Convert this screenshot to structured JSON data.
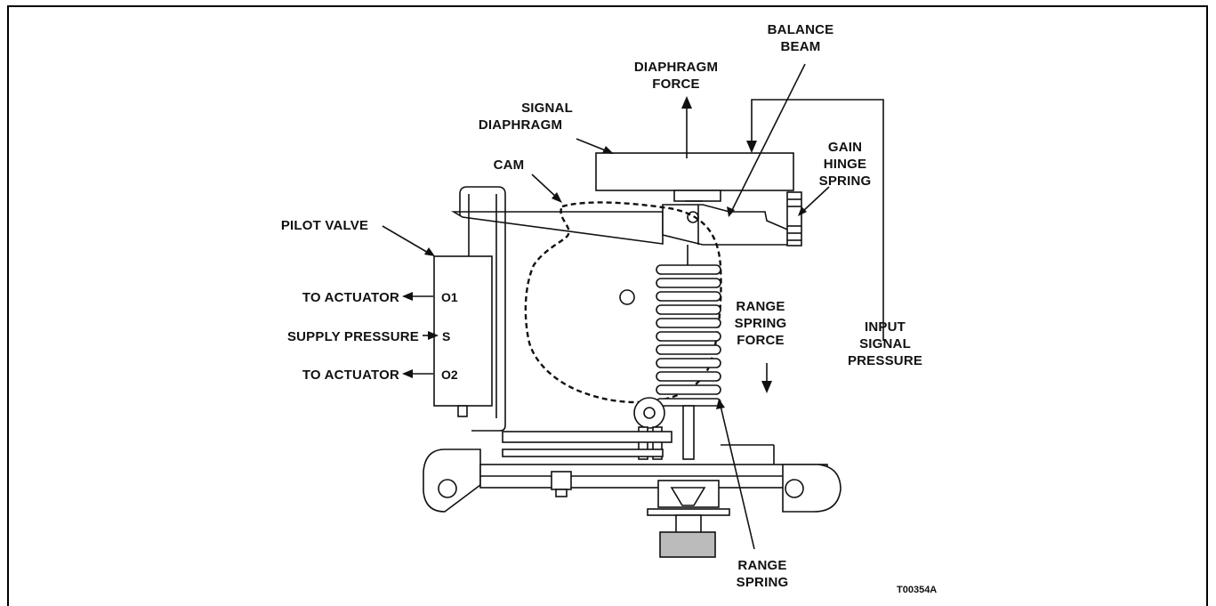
{
  "labels": {
    "balance_beam_1": "BALANCE",
    "balance_beam_2": "BEAM",
    "diaphragm_force_1": "DIAPHRAGM",
    "diaphragm_force_2": "FORCE",
    "signal_diaphragm_1": "SIGNAL",
    "signal_diaphragm_2": "DIAPHRAGM",
    "gain_hinge_spring_1": "GAIN",
    "gain_hinge_spring_2": "HINGE",
    "gain_hinge_spring_3": "SPRING",
    "cam": "CAM",
    "pilot_valve": "PILOT VALVE",
    "to_actuator_top": "TO ACTUATOR",
    "supply_pressure": "SUPPLY PRESSURE",
    "to_actuator_bottom": "TO ACTUATOR",
    "range_spring_force_1": "RANGE",
    "range_spring_force_2": "SPRING",
    "range_spring_force_3": "FORCE",
    "input_signal_pressure_1": "INPUT",
    "input_signal_pressure_2": "SIGNAL",
    "input_signal_pressure_3": "PRESSURE",
    "range_spring_1": "RANGE",
    "range_spring_2": "SPRING"
  },
  "ports": {
    "o1": "O1",
    "s": "S",
    "o2": "O2"
  },
  "figure_id": "T00354A"
}
